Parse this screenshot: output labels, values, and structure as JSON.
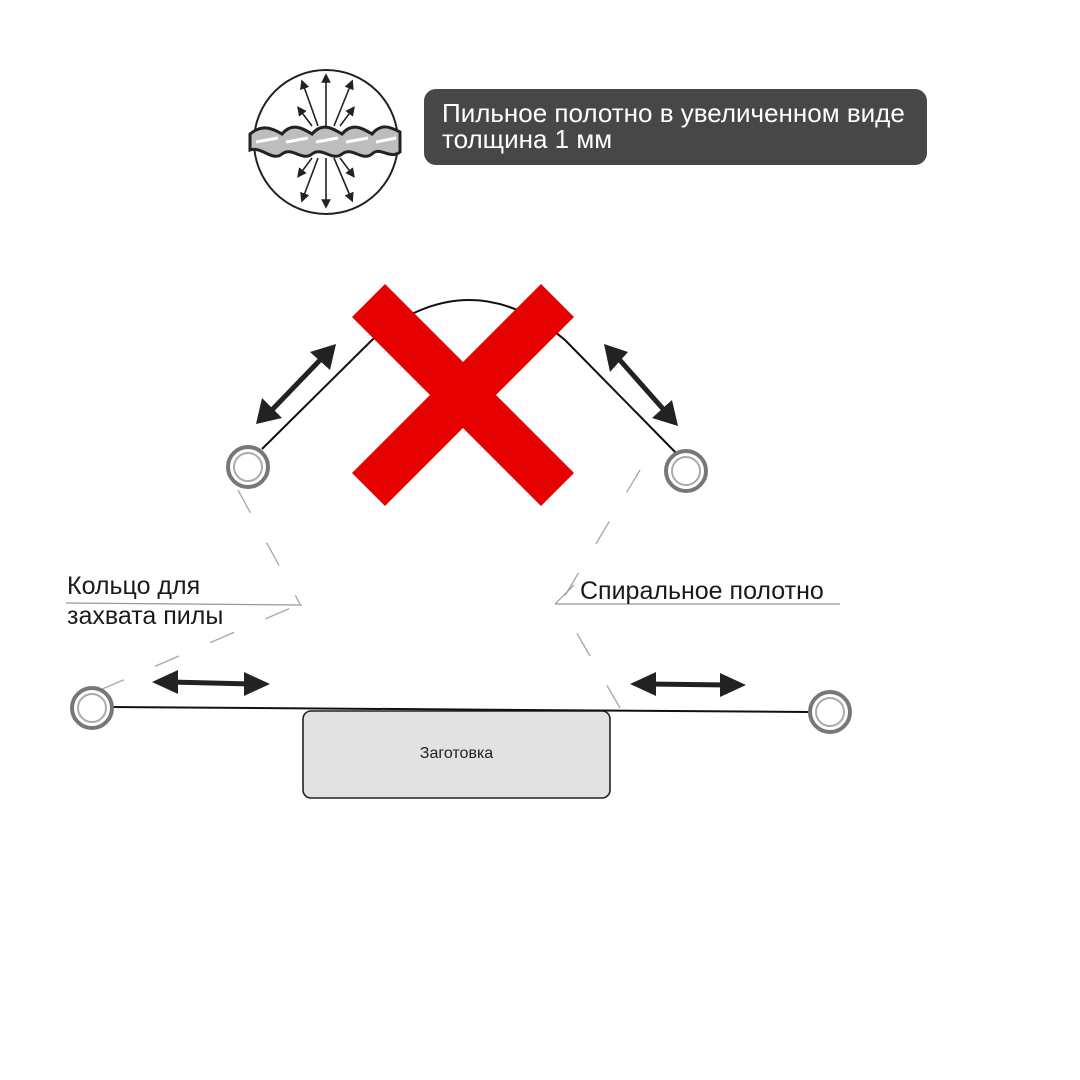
{
  "caption": {
    "line1": "Пильное полотно в увеличенном виде",
    "line2": "толщина 1 мм"
  },
  "labels": {
    "ring": [
      "Кольцо для",
      "захвата пилы"
    ],
    "spiral_blade": "Спиральное полотно",
    "workpiece": "Заготовка"
  },
  "colors": {
    "caption_bg": "#474747",
    "cross": "#e60000",
    "workpiece_fill": "#e2e2e2",
    "arrow": "#222222"
  },
  "icons": {
    "magnified_blade": "magnified-blade-icon",
    "wrong_cross": "red-cross-icon"
  }
}
